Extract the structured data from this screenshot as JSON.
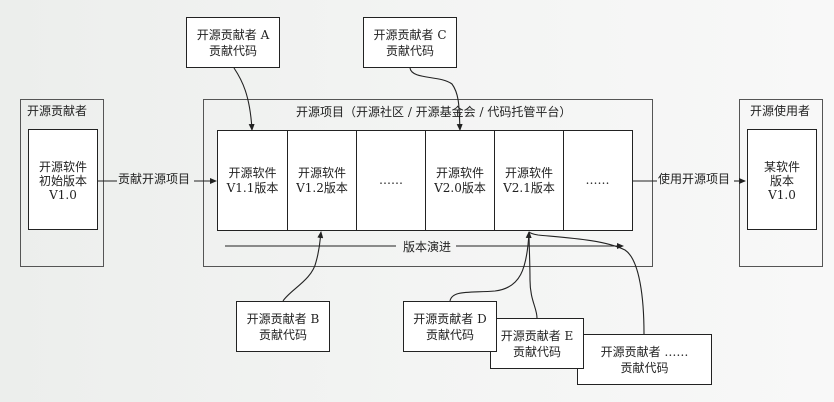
{
  "left_group": {
    "title": "开源贡献者",
    "box_lines": [
      "开源软件",
      "初始版本",
      "V1.0"
    ]
  },
  "arrow_contribute": "贡献开源项目",
  "project": {
    "title": "开源项目（开源社区 / 开源基金会 / 代码托管平台）",
    "versions": [
      {
        "line1": "开源软件",
        "line2": "V1.1版本"
      },
      {
        "line1": "开源软件",
        "line2": "V1.2版本"
      },
      {
        "line1": "……",
        "line2": ""
      },
      {
        "line1": "开源软件",
        "line2": "V2.0版本"
      },
      {
        "line1": "开源软件",
        "line2": "V2.1版本"
      },
      {
        "line1": "……",
        "line2": ""
      }
    ],
    "evolution_label": "版本演进"
  },
  "arrow_use": "使用开源项目",
  "right_group": {
    "title": "开源使用者",
    "box_lines": [
      "某软件",
      "版本",
      "V1.0"
    ]
  },
  "contributors": [
    {
      "id": "A",
      "line1": "开源贡献者 A",
      "line2": "贡献代码"
    },
    {
      "id": "C",
      "line1": "开源贡献者 C",
      "line2": "贡献代码"
    },
    {
      "id": "B",
      "line1": "开源贡献者 B",
      "line2": "贡献代码"
    },
    {
      "id": "D",
      "line1": "开源贡献者 D",
      "line2": "贡献代码"
    },
    {
      "id": "E",
      "line1": "开源贡献者 E",
      "line2": "贡献代码"
    },
    {
      "id": "more",
      "line1": "开源贡献者 ……",
      "line2": "贡献代码"
    }
  ]
}
